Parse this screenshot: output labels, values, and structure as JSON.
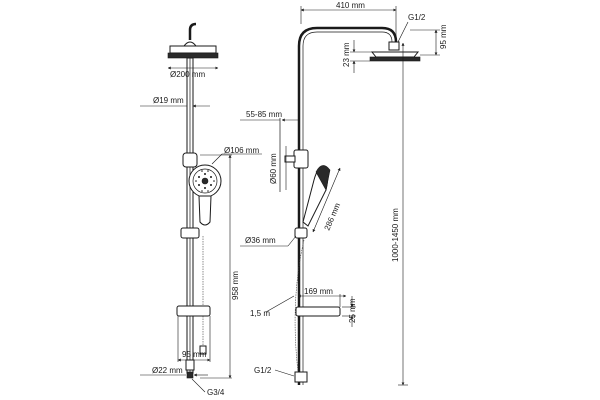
{
  "diagram": {
    "left_view": {
      "head_diameter": "Ø200 mm",
      "pipe_diameter": "Ø19 mm",
      "handshower_diameter": "Ø106 mm",
      "height": "958 mm",
      "shelf_depth": "95 mm",
      "bottom_diameter": "Ø22 mm",
      "connection": "G3/4"
    },
    "right_view": {
      "arm_length": "410 mm",
      "head_connection": "G1/2",
      "head_height": "95 mm",
      "head_thickness": "23 mm",
      "clamp_range": "55-85 mm",
      "bracket_diameter": "Ø60 mm",
      "handshower_length": "286 mm",
      "holder_diameter": "Ø36 mm",
      "total_height": "1000-1450 mm",
      "shelf_width": "169 mm",
      "shelf_height": "25 mm",
      "hose_length": "1,5 m",
      "hose_connection": "G1/2"
    }
  }
}
